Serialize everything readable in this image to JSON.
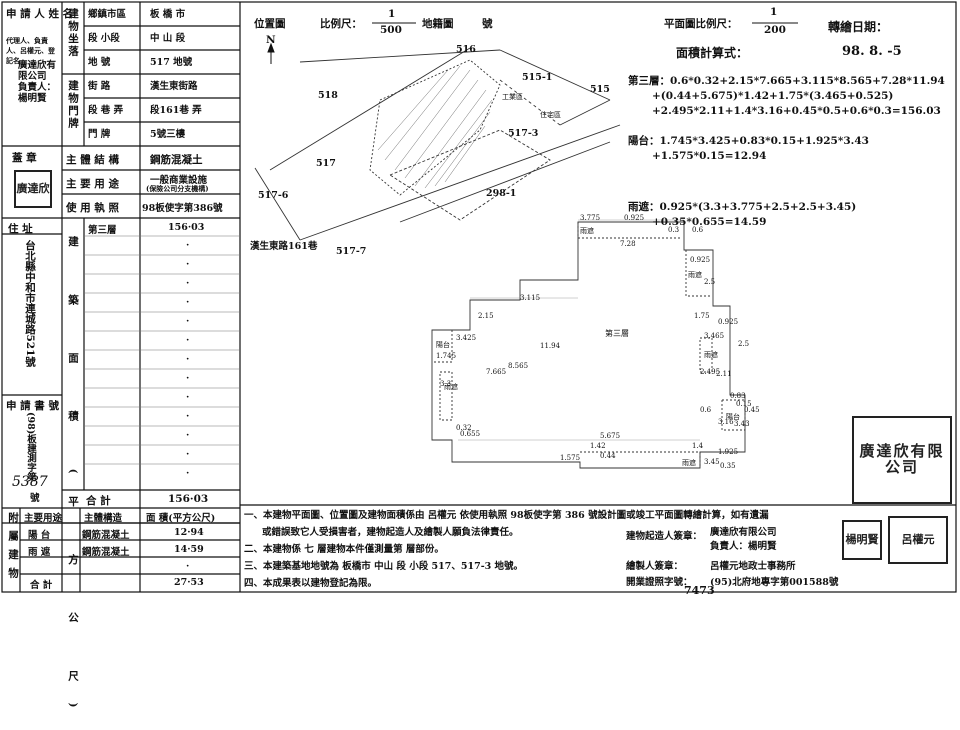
{
  "left_table": {
    "applicant_label": "申 請 人 姓 名",
    "applicant_sub": "代理人、負責人、呂權元、登記名",
    "applicant_name": "廣達欣有限公司 負責人：楊明賢",
    "seal_label": "蓋 章",
    "address_label": "住 址",
    "address_value": "台北縣中和市連城路521號",
    "permit_label": "申 請 書 號",
    "permit_value": "(98)板建測字第",
    "permit_number_hand": "5387",
    "permit_suffix": "號",
    "loc_label": "建物坐落",
    "doorplate_label": "建物門牌",
    "loc_rows": [
      {
        "k": "鄉鎮市區",
        "v": "板 橋 市"
      },
      {
        "k": "段 小段",
        "v": "中 山 段"
      },
      {
        "k": "地 號",
        "v": "517 地號"
      }
    ],
    "door_rows": [
      {
        "k": "街 路",
        "v": "漢生東街路"
      },
      {
        "k": "段 巷 弄",
        "v": "段161巷 弄"
      },
      {
        "k": "門 牌",
        "v": "5號三樓"
      }
    ],
    "structure_label": "主 體 結 構",
    "structure_value": "鋼筋混凝土",
    "use_label": "主 要 用 途",
    "use_value": "一般商業設施",
    "use_value_sub": "(保險公司分支機構)",
    "license_label": "使 用 執 照",
    "license_value": "98板使字第386號",
    "floor_label": "第三層",
    "floor_value": "156·03",
    "area_col_label": "建 築 面 積 (平 方 公 尺)",
    "total_label": "合 計",
    "total_value": "156·03",
    "dot": "·",
    "annex_label": "附屬建物",
    "annex_head": [
      "主要用途",
      "主體構造",
      "面 積(平方公尺)"
    ],
    "annex_rows": [
      {
        "use": "陽 台",
        "struct": "鋼筋混凝土",
        "area": "12·94"
      },
      {
        "use": "雨 遮",
        "struct": "鋼筋混凝土",
        "area": "14·59"
      }
    ],
    "annex_total_label": "合 計",
    "annex_total_value": "27·53"
  },
  "site_plan": {
    "title": "位置圖",
    "scale_label": "比例尺：",
    "scale_num": "1",
    "scale_den": "500",
    "map_label": "地籍圖",
    "map_suffix": "號",
    "north": "N",
    "parcels": [
      "516",
      "515-1",
      "515",
      "518",
      "517-3",
      "517",
      "517-6",
      "298-1",
      "517-7"
    ],
    "tag_industrial": "工業區",
    "tag_residential": "住宅區",
    "street": "漢生東路161巷"
  },
  "right_header": {
    "plan_scale_label": "平面圖比例尺：",
    "plan_scale_num": "1",
    "plan_scale_den": "200",
    "transfer_label": "轉繪日期：",
    "transfer_date": "98. 8. -5",
    "area_formula_label": "面積計算式："
  },
  "calcs": [
    "第三層：0.6*0.32+2.15*7.665+3.115*8.565+7.28*11.94",
    "+(0.44+5.675)*1.42+1.75*(3.465+0.525)",
    "+2.495*2.11+1.4*3.16+0.45*0.5+0.6*0.3=156.03",
    "陽台：1.745*3.425+0.83*0.15+1.925*3.43",
    "+1.575*0.15=12.94",
    "雨遮：0.925*(3.3+3.775+2.5+2.5+3.45)",
    "+0.35*0.655=14.59"
  ],
  "floor_plan": {
    "center_label": "第三層",
    "canopy": "雨遮",
    "balcony": "陽台",
    "dims": [
      "3.775",
      "0.925",
      "7.28",
      "0.3",
      "0.6",
      "0.925",
      "2.5",
      "3.115",
      "2.15",
      "1.75",
      "0.925",
      "3.425",
      "11.94",
      "3.465",
      "2.5",
      "1.745",
      "8.565",
      "7.665",
      "3.3",
      "2.495",
      "2.11",
      "0.83",
      "3.16",
      "3.43",
      "5.675",
      "1.42",
      "1.4",
      "1.925",
      "1.575",
      "0.44",
      "3.45",
      "0.35",
      "0.655",
      "0.32",
      "0.6",
      "0.15",
      "0.45",
      "0.5"
    ]
  },
  "notes": [
    "一、本建物平面圖、位置圖及建物面積係由 呂權元 依使用執照 98板使字第 386 號設計圖或竣工平面圖轉繪計算，如有遺漏",
    "或錯誤致它人受損害者，建物起造人及繪製人願負法律責任。",
    "二、本建物係 七 層建物本件僅測量第 層部份。",
    "三、本建築基地地號為 板橋市 中山 段 小段 517、517-3 地號。",
    "四、本成果表以建物登記為限。"
  ],
  "signers": {
    "owner_label": "建物起造人簽章：",
    "owner_name": "廣達欣有限公司",
    "owner_rep": "負責人：楊明賢",
    "drafter_label": "繪製人簽章：",
    "drafter_name": "呂權元地政士事務所",
    "license_label": "開業證照字號：",
    "license_value": "(95)北府地專字第001588號"
  },
  "seals": {
    "big": "廣達欣有限公司",
    "small_left": "楊明賢",
    "small_right": "呂權元",
    "left_table": "廣達欣"
  },
  "bottom_stamp": "7473"
}
